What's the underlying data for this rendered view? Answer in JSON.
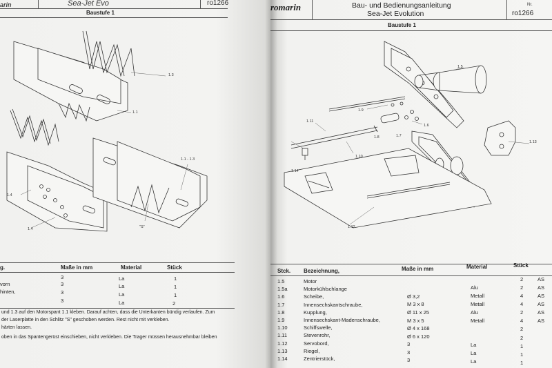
{
  "left_page": {
    "header": {
      "title": "Sea-Jet Evo",
      "code": "ro1266"
    },
    "stage_title": "Baustufe 1",
    "parts_labels": [
      "1.3",
      "1.1",
      "1.1 - 1.3",
      "1.4",
      "1.4",
      "\"S\""
    ],
    "table": {
      "headers": [
        "g.",
        "Maße in mm",
        "Material",
        "Stück"
      ],
      "rows": [
        {
          "name": "",
          "size": "3",
          "material": "La",
          "qty": "1"
        },
        {
          "name": "vorn",
          "size": "3",
          "material": "La",
          "qty": "1"
        },
        {
          "name": "hinten,",
          "size": "3",
          "material": "La",
          "qty": "1"
        },
        {
          "name": "",
          "size": "3",
          "material": "La",
          "qty": "2"
        }
      ]
    },
    "instructions": [
      "und 1.3 auf den Motorspant 1.1 kleben. Darauf achten, dass die Unterkanten bündig verlaufen. Zum",
      "der Laserplatte in den Schlitz \"S\" geschoben werden. Rest nicht mit verkleben.",
      "härten lassen.",
      "oben in das Spantengerüst einschieben, nicht verkleben. Die Trager müssen herausnehmbar bleiben"
    ]
  },
  "right_page": {
    "header": {
      "logo": "romarin",
      "title_line1": "Bau- und Bedienungsanleitung",
      "title_line2": "Sea-Jet Evolution",
      "nr_label": "Nr.",
      "code": "ro1266"
    },
    "stage_title": "Baustufe 1",
    "parts_labels": [
      "1.5",
      "1.9",
      "1.6",
      "1.11",
      "1.8",
      "1.7",
      "1.10",
      "1.13",
      "1.14",
      "1.12"
    ],
    "table": {
      "headers": [
        "Stck.",
        "Bezeichnung,",
        "Maße in mm",
        "Material",
        "Stück"
      ],
      "rows": [
        {
          "no": "1.5",
          "name": "Motor",
          "size": "",
          "material": "",
          "qty": "2",
          "extra": "AS"
        },
        {
          "no": "1.5a",
          "name": "Motorkühlschlange",
          "size": "",
          "material": "Alu",
          "qty": "2",
          "extra": "AS"
        },
        {
          "no": "1.6",
          "name": "Scheibe,",
          "size": "Ø 3,2",
          "material": "Metall",
          "qty": "4",
          "extra": "AS"
        },
        {
          "no": "1.7",
          "name": "Innensechskantschraube,",
          "size": "M 3 x 8",
          "material": "Metall",
          "qty": "4",
          "extra": "AS"
        },
        {
          "no": "1.8",
          "name": "Kupplung,",
          "size": "Ø 11 x 25",
          "material": "Alu",
          "qty": "2",
          "extra": "AS"
        },
        {
          "no": "1.9",
          "name": "Innensechskant-Madenschraube,",
          "size": "M 3 x 5",
          "material": "Metall",
          "qty": "4",
          "extra": "AS"
        },
        {
          "no": "1.10",
          "name": "Schiffswelle,",
          "size": "Ø 4 x 168",
          "material": "",
          "qty": "2",
          "extra": ""
        },
        {
          "no": "1.11",
          "name": "Stevenrohr,",
          "size": "Ø 6 x 120",
          "material": "",
          "qty": "2",
          "extra": ""
        },
        {
          "no": "1.12",
          "name": "Servobord,",
          "size": "3",
          "material": "La",
          "qty": "1",
          "extra": ""
        },
        {
          "no": "1.13",
          "name": "Riegel,",
          "size": "3",
          "material": "La",
          "qty": "1",
          "extra": ""
        },
        {
          "no": "1.14",
          "name": "Zentrierstück,",
          "size": "3",
          "material": "La",
          "qty": "1",
          "extra": ""
        }
      ]
    }
  }
}
